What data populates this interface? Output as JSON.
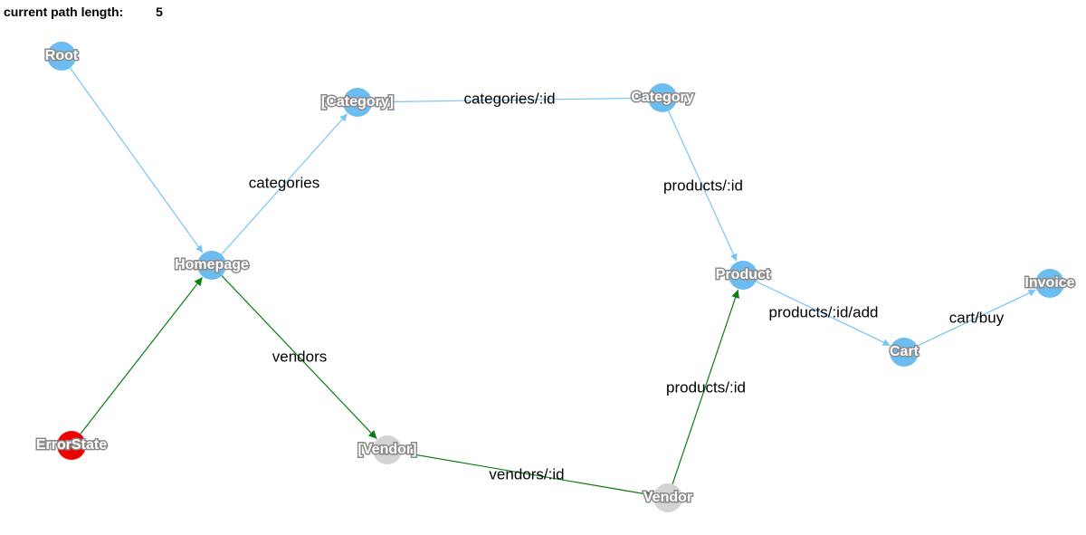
{
  "header": {
    "label": "current path length:",
    "value": "5"
  },
  "colors": {
    "visited": "#6bbcf1",
    "unvisited": "#d3d3d3",
    "error": "#ee0000",
    "edge_default": "#76c4f3",
    "edge_active": "#0a7d10"
  },
  "nodes": [
    {
      "id": "root",
      "label": "Root",
      "state": "visited"
    },
    {
      "id": "homepage",
      "label": "Homepage",
      "state": "visited"
    },
    {
      "id": "category_list",
      "label": "[Category]",
      "state": "visited"
    },
    {
      "id": "category",
      "label": "Category",
      "state": "visited"
    },
    {
      "id": "product",
      "label": "Product",
      "state": "visited"
    },
    {
      "id": "cart",
      "label": "Cart",
      "state": "visited"
    },
    {
      "id": "invoice",
      "label": "Invoice",
      "state": "visited"
    },
    {
      "id": "vendor_list",
      "label": "[Vendor]",
      "state": "unvisited"
    },
    {
      "id": "vendor",
      "label": "Vendor",
      "state": "unvisited"
    },
    {
      "id": "errorstate",
      "label": "ErrorState",
      "state": "error"
    }
  ],
  "edges": [
    {
      "id": "root-homepage",
      "from": "root",
      "to": "homepage",
      "label": "",
      "active": false
    },
    {
      "id": "homepage-category_list",
      "from": "homepage",
      "to": "category_list",
      "label": "categories",
      "active": false
    },
    {
      "id": "category_list-category",
      "from": "category_list",
      "to": "category",
      "label": "categories/:id",
      "active": false
    },
    {
      "id": "category-product",
      "from": "category",
      "to": "product",
      "label": "products/:id",
      "active": false
    },
    {
      "id": "product-cart",
      "from": "product",
      "to": "cart",
      "label": "products/:id/add",
      "active": false
    },
    {
      "id": "cart-invoice",
      "from": "cart",
      "to": "invoice",
      "label": "cart/buy",
      "active": false
    },
    {
      "id": "errorstate-homepage",
      "from": "errorstate",
      "to": "homepage",
      "label": "",
      "active": true
    },
    {
      "id": "homepage-vendor_list",
      "from": "homepage",
      "to": "vendor_list",
      "label": "vendors",
      "active": true
    },
    {
      "id": "vendor_list-vendor",
      "from": "vendor_list",
      "to": "vendor",
      "label": "vendors/:id",
      "active": true
    },
    {
      "id": "vendor-product",
      "from": "vendor",
      "to": "product",
      "label": "products/:id",
      "active": true
    }
  ]
}
